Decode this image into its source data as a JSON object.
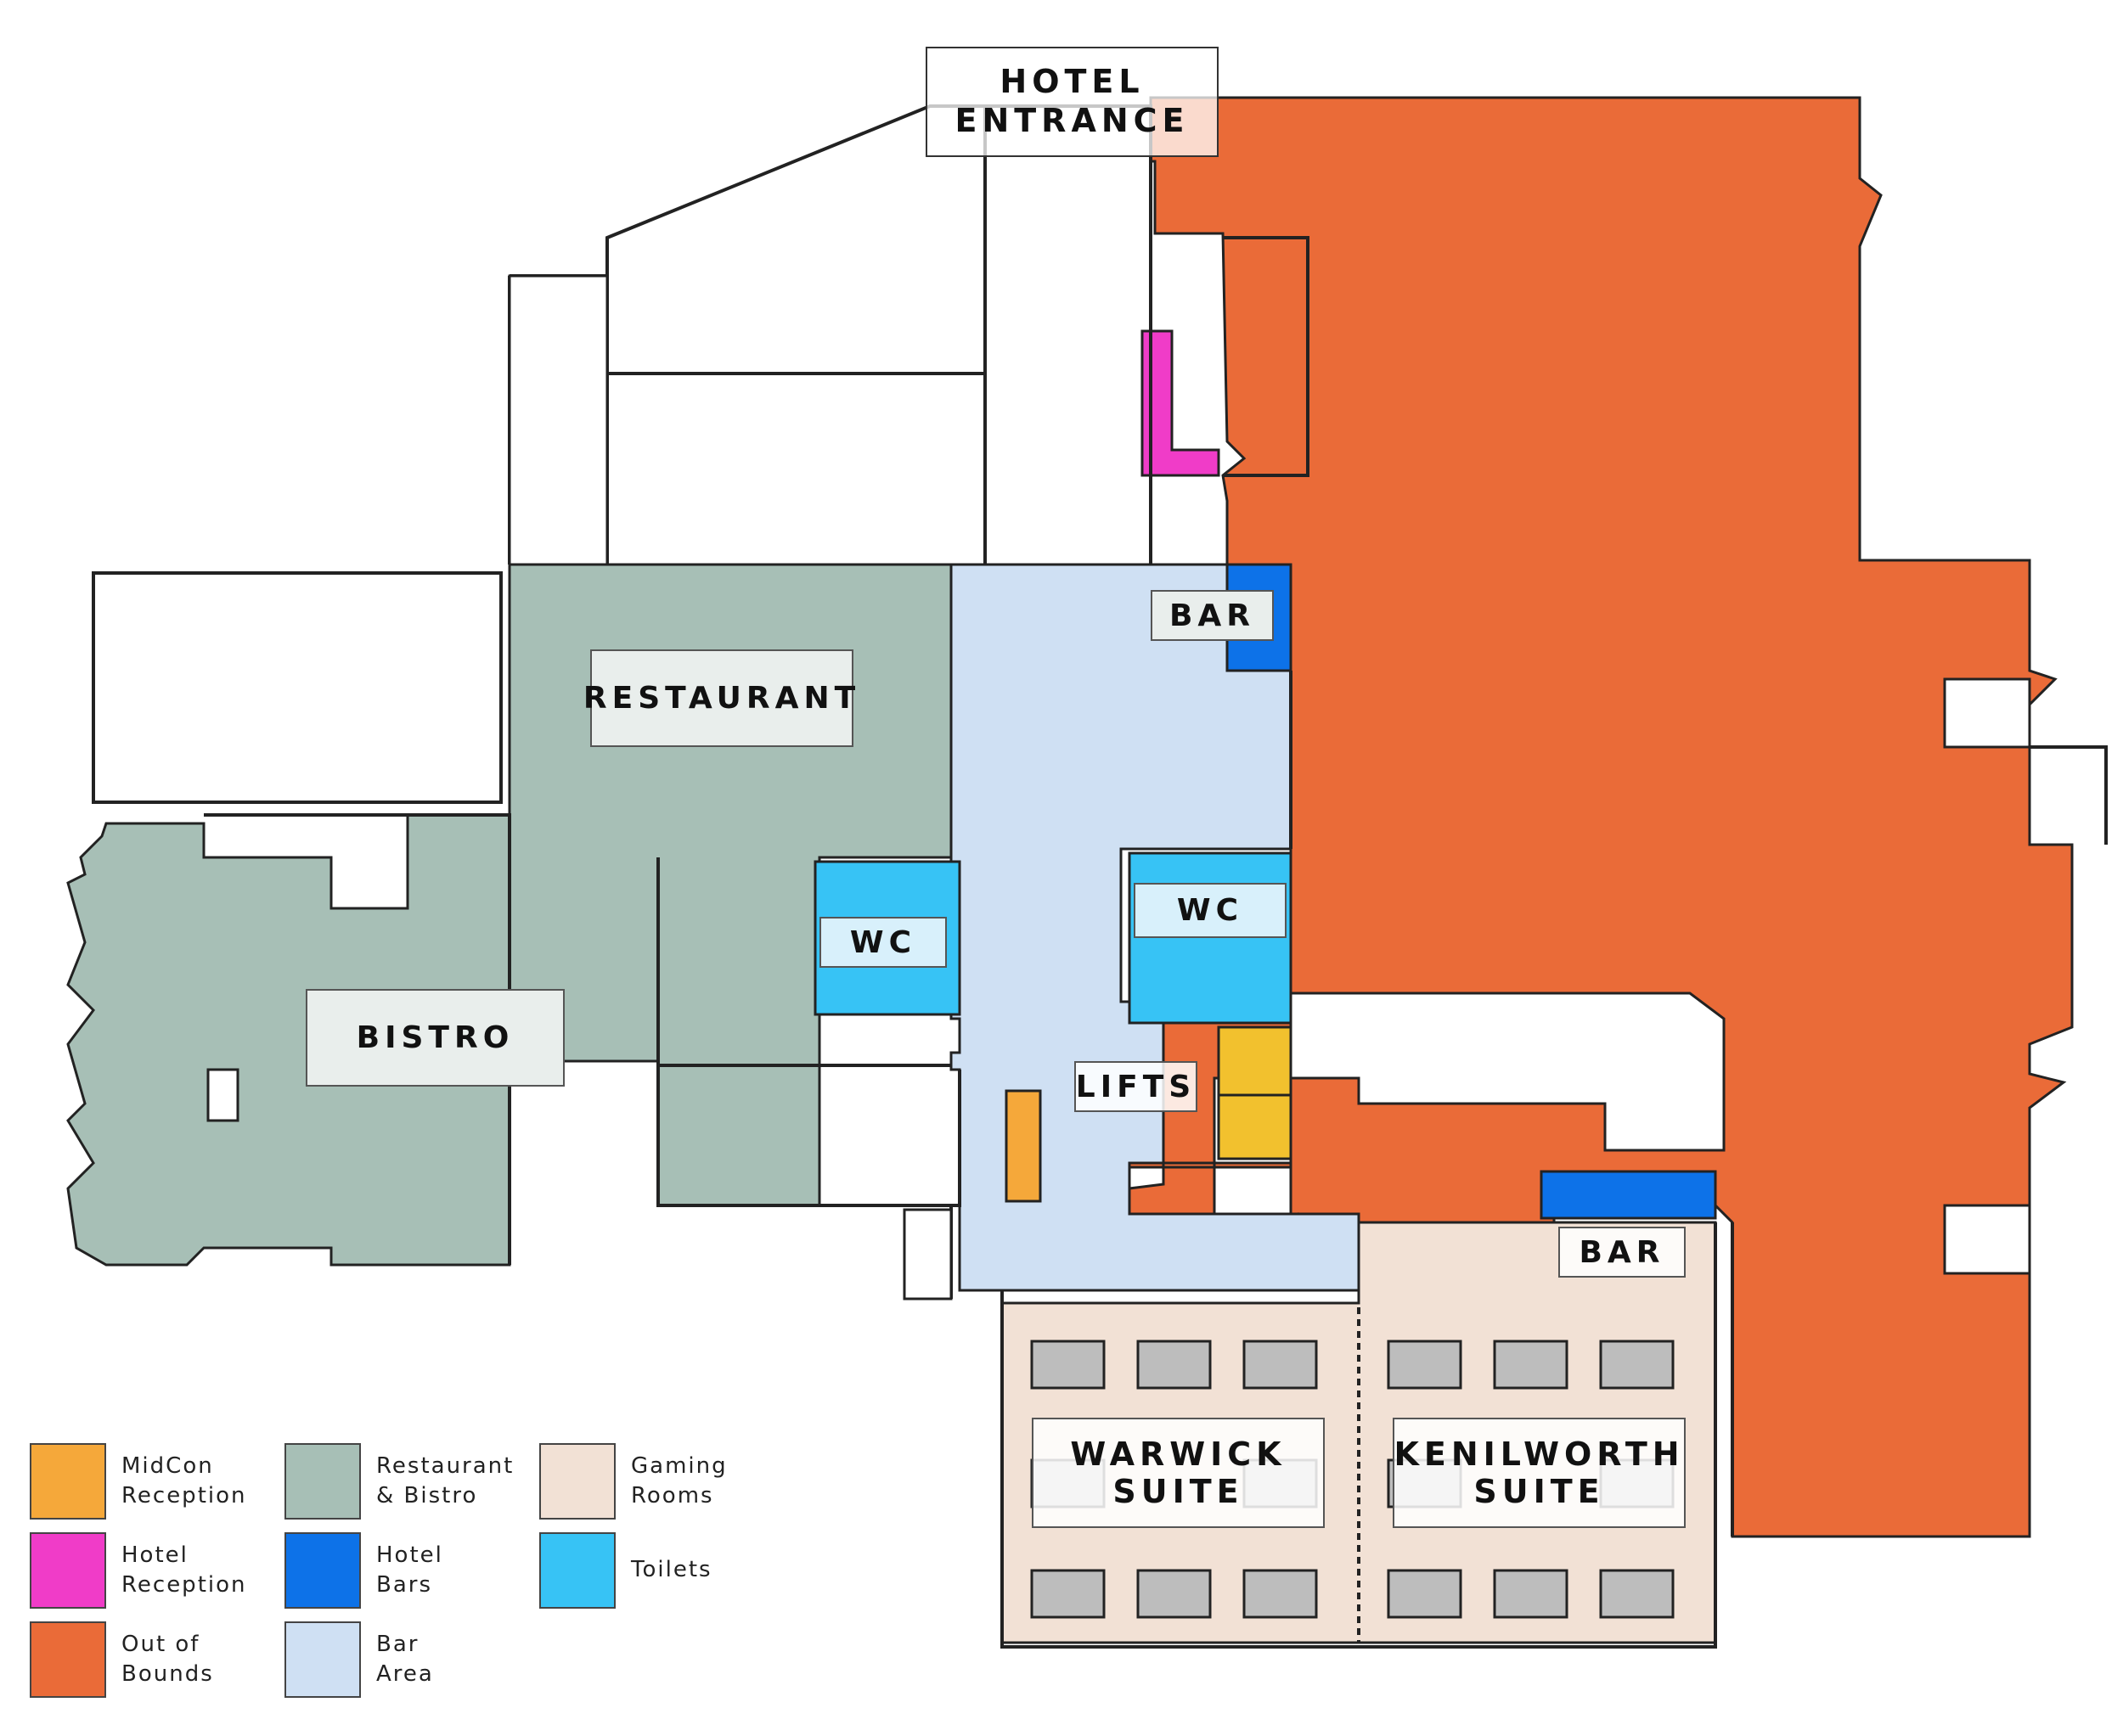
{
  "colors": {
    "midcon_reception": "#f5a83a",
    "hotel_reception": "#f03cc8",
    "out_of_bounds": "#ea6b38",
    "restaurant_bistro": "#a7bfb6",
    "hotel_bars": "#0d72e8",
    "bar_area": "#cfe0f3",
    "gaming_rooms": "#f2e1d5",
    "toilets": "#37c3f5",
    "lifts": "#f2c12e"
  },
  "labels": {
    "hotel_entrance": "HOTEL ENTRANCE",
    "bar_top": "BAR",
    "restaurant": "RESTAURANT",
    "bistro": "BISTRO",
    "wc_left": "WC",
    "wc_right": "WC",
    "lifts": "LIFTS",
    "bar_bottom": "BAR",
    "warwick_suite": "WARWICK SUITE",
    "kenilworth_suite": "KENILWORTH SUITE"
  },
  "legend": [
    {
      "label": "MidCon\nReception",
      "color_key": "midcon_reception"
    },
    {
      "label": "Hotel\nReception",
      "color_key": "hotel_reception"
    },
    {
      "label": "Out of\nBounds",
      "color_key": "out_of_bounds"
    },
    {
      "label": "Restaurant\n& Bistro",
      "color_key": "restaurant_bistro"
    },
    {
      "label": "Hotel\nBars",
      "color_key": "hotel_bars"
    },
    {
      "label": "Bar\nArea",
      "color_key": "bar_area"
    },
    {
      "label": "Gaming\nRooms",
      "color_key": "gaming_rooms"
    },
    {
      "label": "Toilets",
      "color_key": "toilets"
    }
  ]
}
